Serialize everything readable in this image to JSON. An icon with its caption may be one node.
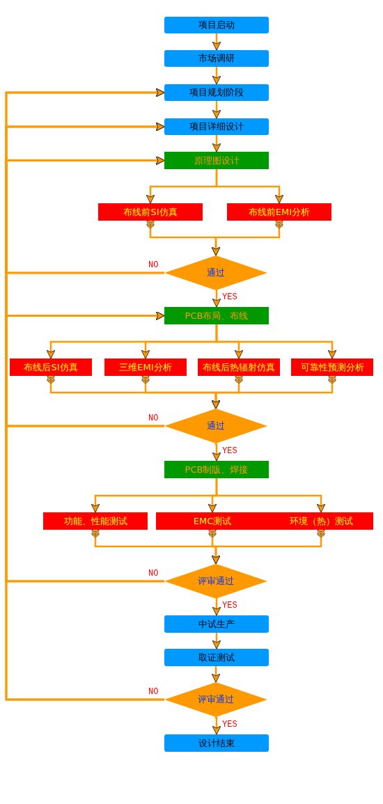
{
  "diagram": {
    "nodes": [
      {
        "text": [
          "项目启动"
        ]
      },
      {
        "text": [
          "市场调研"
        ]
      },
      {
        "text": [
          "项目规划阶段"
        ]
      },
      {
        "text": [
          "项目详细设计"
        ]
      },
      {
        "text": [
          "原理图设计"
        ]
      },
      {
        "text": [
          "布线前SI仿真"
        ]
      },
      {
        "text": [
          "布线前EMI分析"
        ]
      },
      {
        "text": [
          "通过"
        ]
      },
      {
        "text": [
          "PCB布局、布线"
        ]
      },
      {
        "text": [
          "布线后SI仿真"
        ]
      },
      {
        "text": [
          "三维EMI分析"
        ]
      },
      {
        "text": [
          "布线后热辐射仿真"
        ]
      },
      {
        "text": [
          "可靠性预测分析"
        ]
      },
      {
        "text": [
          "通过"
        ]
      },
      {
        "text": [
          "PCB制版、焊接"
        ]
      },
      {
        "text": [
          "功能、性能测试"
        ]
      },
      {
        "text": [
          "EMC测试"
        ]
      },
      {
        "text": [
          "环境（热）测试"
        ]
      },
      {
        "text": [
          "评审通过"
        ]
      },
      {
        "text": [
          "中试生产"
        ]
      },
      {
        "text": [
          "取证测试"
        ]
      },
      {
        "text": [
          "评审通过"
        ]
      },
      {
        "text": [
          "设计结束"
        ]
      }
    ],
    "edges": [
      {
        "from": 0,
        "to": 1,
        "arrow": "to"
      },
      {
        "from": 1,
        "to": 2,
        "arrow": "to"
      },
      {
        "from": 2,
        "to": 3,
        "arrow": "to"
      },
      {
        "from": 3,
        "to": 4,
        "arrow": "to"
      },
      {
        "from": 4,
        "to": 5,
        "arrow": "to"
      },
      {
        "from": 4,
        "to": 6,
        "arrow": "to"
      },
      {
        "from": 5,
        "to": 7,
        "arrow": "to"
      },
      {
        "from": 6,
        "to": 7,
        "arrow": "to"
      },
      {
        "from": 7,
        "to": 8,
        "arrow": "to",
        "label": "YES"
      },
      {
        "from": 8,
        "to": 9,
        "arrow": "to"
      },
      {
        "from": 8,
        "to": 10,
        "arrow": "to"
      },
      {
        "from": 8,
        "to": 11,
        "arrow": "to"
      },
      {
        "from": 8,
        "to": 12,
        "arrow": "to"
      },
      {
        "from": 9,
        "to": 13,
        "arrow": "to"
      },
      {
        "from": 10,
        "to": 13,
        "arrow": "to"
      },
      {
        "from": 11,
        "to": 13,
        "arrow": "to"
      },
      {
        "from": 12,
        "to": 13,
        "arrow": "to"
      },
      {
        "from": 13,
        "to": 14,
        "arrow": "to",
        "label": "YES"
      },
      {
        "from": 14,
        "to": 15,
        "arrow": "to"
      },
      {
        "from": 14,
        "to": 16,
        "arrow": "to"
      },
      {
        "from": 14,
        "to": 17,
        "arrow": "to"
      },
      {
        "from": 15,
        "to": 18,
        "arrow": "to"
      },
      {
        "from": 16,
        "to": 18,
        "arrow": "to"
      },
      {
        "from": 17,
        "to": 18,
        "arrow": "to"
      },
      {
        "from": 18,
        "to": 19,
        "arrow": "to",
        "label": "YES"
      },
      {
        "from": 19,
        "to": 20,
        "arrow": "to"
      },
      {
        "from": 20,
        "to": 21,
        "arrow": "to"
      },
      {
        "from": 21,
        "to": 22,
        "arrow": "to",
        "label": "YES"
      },
      {
        "from": 7,
        "to": 2,
        "arrow": "to",
        "label": "NO"
      },
      {
        "from": 7,
        "to": 3,
        "arrow": "to"
      },
      {
        "from": 7,
        "to": 4,
        "arrow": "to"
      },
      {
        "from": 13,
        "to": 2,
        "arrow": "to",
        "label": "NO"
      },
      {
        "from": 13,
        "to": 3,
        "arrow": "to"
      },
      {
        "from": 13,
        "to": 4,
        "arrow": "to"
      },
      {
        "from": 13,
        "to": 8,
        "arrow": "to"
      },
      {
        "from": 18,
        "to": 2,
        "arrow": "to",
        "label": "NO"
      },
      {
        "from": 18,
        "to": 3,
        "arrow": "to"
      },
      {
        "from": 18,
        "to": 4,
        "arrow": "to"
      },
      {
        "from": 18,
        "to": 8,
        "arrow": "to"
      },
      {
        "from": 21,
        "to": 2,
        "arrow": "to",
        "label": "NO"
      },
      {
        "from": 21,
        "to": 3,
        "arrow": "to"
      },
      {
        "from": 21,
        "to": 4,
        "arrow": "to"
      },
      {
        "from": 21,
        "to": 8,
        "arrow": "to"
      }
    ]
  }
}
